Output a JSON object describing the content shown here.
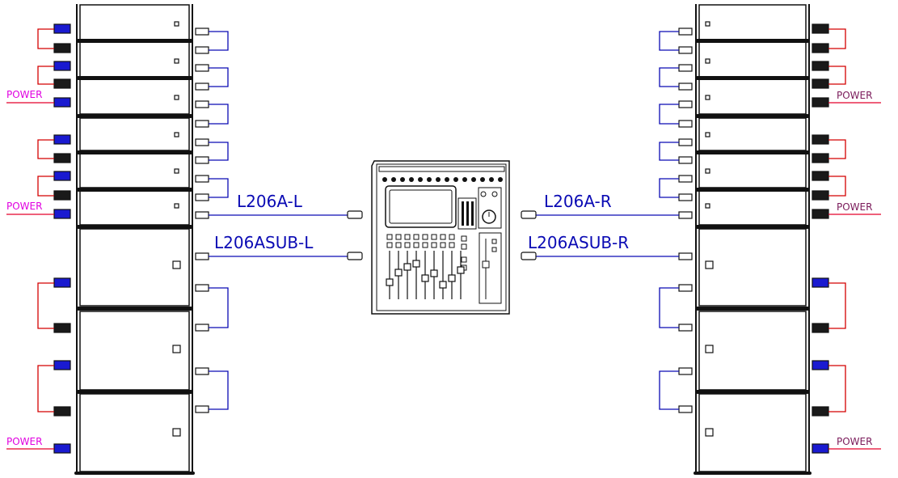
{
  "labels": {
    "power": "POWER",
    "left_top": "L206A-L",
    "left_sub": "L206ASUB-L",
    "right_top": "L206A-R",
    "right_sub": "L206ASUB-R"
  },
  "colors": {
    "power_line": "#e4002b",
    "power_text_left": "#e000e0",
    "power_text_right": "#7a1a5a",
    "signal": "#0a0ab4",
    "label_text": "#0a0ab4",
    "link_red": "#d40000",
    "outline": "#111111",
    "connector_blue": "#1a1ad0",
    "connector_black": "#1a1a1a"
  },
  "stacks": {
    "top_cabinets_per_side": 6,
    "sub_cabinets_per_side": 3
  }
}
